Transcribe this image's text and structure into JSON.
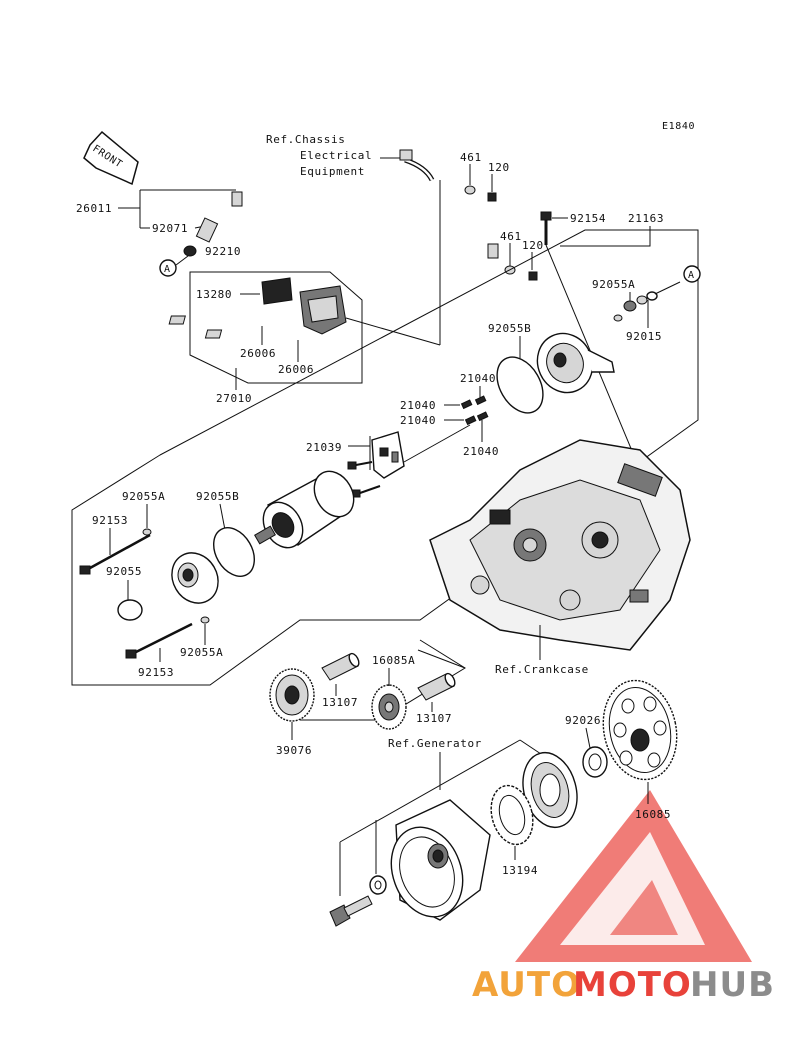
{
  "diagram_code": "E1840",
  "front_label": "FRONT",
  "refs": {
    "chassis_line1": "Ref.Chassis",
    "chassis_line2": "Electrical",
    "chassis_line3": "Equipment",
    "crankcase": "Ref.Crankcase",
    "generator": "Ref.Generator"
  },
  "callouts": {
    "A": "A"
  },
  "parts": {
    "p26011": "26011",
    "p92071": "92071",
    "p92210": "92210",
    "p461a": "461",
    "p120a": "120",
    "p461b": "461",
    "p120b": "120",
    "p92154": "92154",
    "p21163": "21163",
    "p13280": "13280",
    "p26006a": "26006",
    "p26006b": "26006",
    "p27010": "27010",
    "p92055A_top": "92055A",
    "p92015": "92015",
    "p92055B_top": "92055B",
    "p21040a": "21040",
    "p21040b": "21040",
    "p21040c": "21040",
    "p21040d": "21040",
    "p21039": "21039",
    "p92055A_l1": "92055A",
    "p92055B_l": "92055B",
    "p92153a": "92153",
    "p92055": "92055",
    "p92055A_l2": "92055A",
    "p92153b": "92153",
    "p16085A": "16085A",
    "p13107a": "13107",
    "p13107b": "13107",
    "p39076": "39076",
    "p92026": "92026",
    "p16085": "16085",
    "p13194": "13194"
  },
  "watermark": {
    "auto": "AUTO",
    "moto": "MOTO",
    "hub": "HUB",
    "color_red": "#e43a33",
    "color_orange": "#f2a33a",
    "color_gray": "#8c8c8c"
  }
}
